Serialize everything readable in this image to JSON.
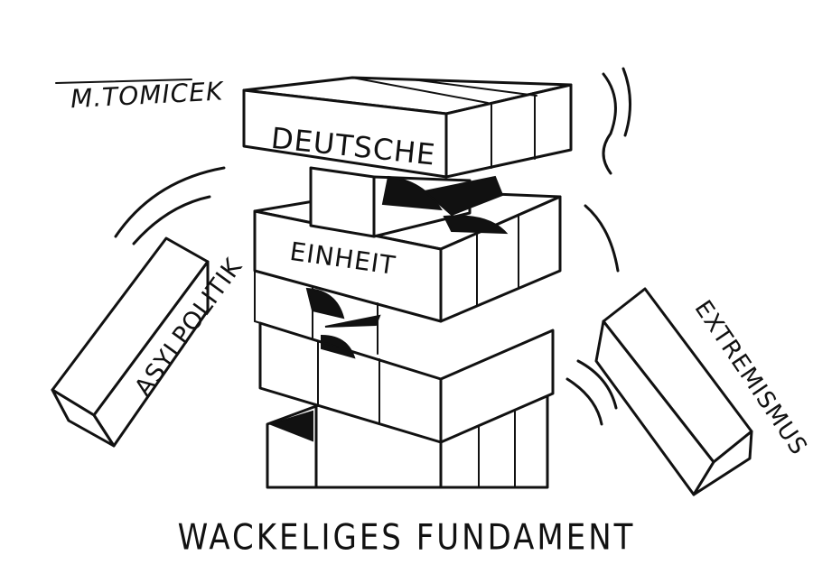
{
  "signature": "M.TOMICEK",
  "tower": {
    "top_block_label": "DEUTSCHE",
    "middle_block_label": "EINHEIT"
  },
  "falling_blocks": {
    "left_label": "ASYLPOLITIK",
    "right_label": "EXTREMISMUS"
  },
  "caption": "WACKELIGES FUNDAMENT",
  "colors": {
    "ink": "#111111",
    "paper": "#ffffff"
  }
}
